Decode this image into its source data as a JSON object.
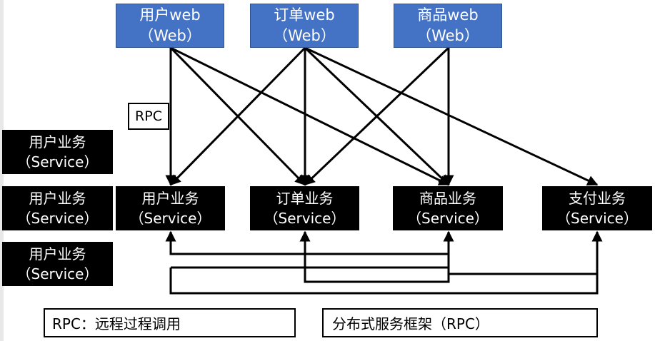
{
  "web_nodes": [
    {
      "name": "用户web",
      "sub": "（Web）"
    },
    {
      "name": "订单web",
      "sub": "（Web）"
    },
    {
      "name": "商品web",
      "sub": "（Web）"
    }
  ],
  "service_nodes": [
    {
      "name": "用户业务",
      "sub": "（Service）"
    },
    {
      "name": "订单业务",
      "sub": "（Service）"
    },
    {
      "name": "商品业务",
      "sub": "（Service）"
    },
    {
      "name": "支付业务",
      "sub": "（Service）"
    }
  ],
  "side_services": [
    {
      "name": "用户业务",
      "sub": "（Service）"
    },
    {
      "name": "用户业务",
      "sub": "（Service）"
    },
    {
      "name": "用户业务",
      "sub": "（Service）"
    }
  ],
  "rpc_label": "RPC",
  "notes": {
    "left": "RPC：远程过程调用",
    "right": "分布式服务框架（RPC）"
  },
  "colors": {
    "web_fill": "#4472c4",
    "service_fill": "#000000",
    "line": "#000000"
  }
}
